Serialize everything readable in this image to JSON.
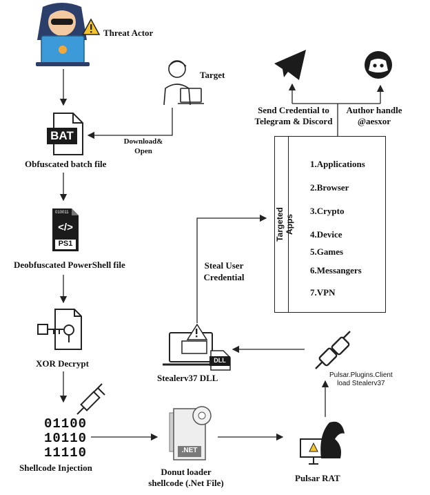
{
  "nodes": {
    "threat_actor": "Threat Actor",
    "target": "Target",
    "download_open": "Download&\nOpen",
    "batch_file": "Obfuscated batch file",
    "bat_icon_text": "BAT",
    "ps_file": "Deobfuscated PowerShell file",
    "ps_icon_code": "</>",
    "ps_icon_bits": "010011",
    "ps_icon_text": "PS1",
    "xor": "XOR Decrypt",
    "shellcode_bits": [
      "01100",
      "10110",
      "11110"
    ],
    "shellcode": "Shellcode Injection",
    "donut": "Donut loader\nshellcode (.Net File)",
    "net_icon_text": ".NET",
    "pulsar": "Pulsar RAT",
    "pulsar_plugin": "Pulsar.Plugins.Client\nload Stealerv37",
    "stealer": "Stealerv37 DLL",
    "dll_icon_text": "DLL",
    "steal_user": "Steal User\nCredential",
    "send_cred": "Send Credential to\nTelegram & Discord",
    "author": "Author handle\n@aesxor"
  },
  "targeted_apps": {
    "title": "Targeted  Apps",
    "items": [
      "1.Applications",
      "2.Browser",
      "3.Crypto",
      "4.Device",
      "5.Games",
      "6.Messangers",
      "7.VPN"
    ]
  },
  "colors": {
    "laptop_blue": "#3d9ad8",
    "warning_yellow": "#f4c430",
    "orange_accent": "#f2a93b",
    "line": "#222222"
  }
}
